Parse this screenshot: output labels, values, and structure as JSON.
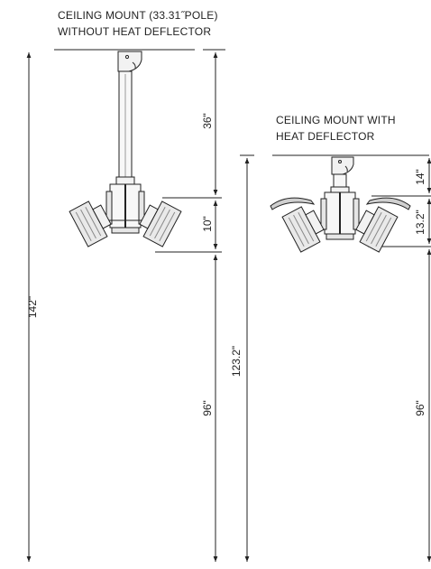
{
  "diagrams": {
    "left": {
      "title_line1": "CEILING MOUNT (33.31˝POLE)",
      "title_line2": "WITHOUT HEAT DEFLECTOR",
      "dimensions": {
        "overall": "142\"",
        "pole": "36\"",
        "heater": "10\"",
        "floor_clearance": "96\""
      }
    },
    "right": {
      "title_line1": "CEILING MOUNT WITH",
      "title_line2": "HEAT DEFLECTOR",
      "dimensions": {
        "overall": "123.2\"",
        "pole": "14\"",
        "heater": "13.2\"",
        "floor_clearance": "96\""
      }
    }
  },
  "colors": {
    "line": "#222222",
    "fill": "#f2f2f2",
    "shade": "#cfcfcf"
  }
}
